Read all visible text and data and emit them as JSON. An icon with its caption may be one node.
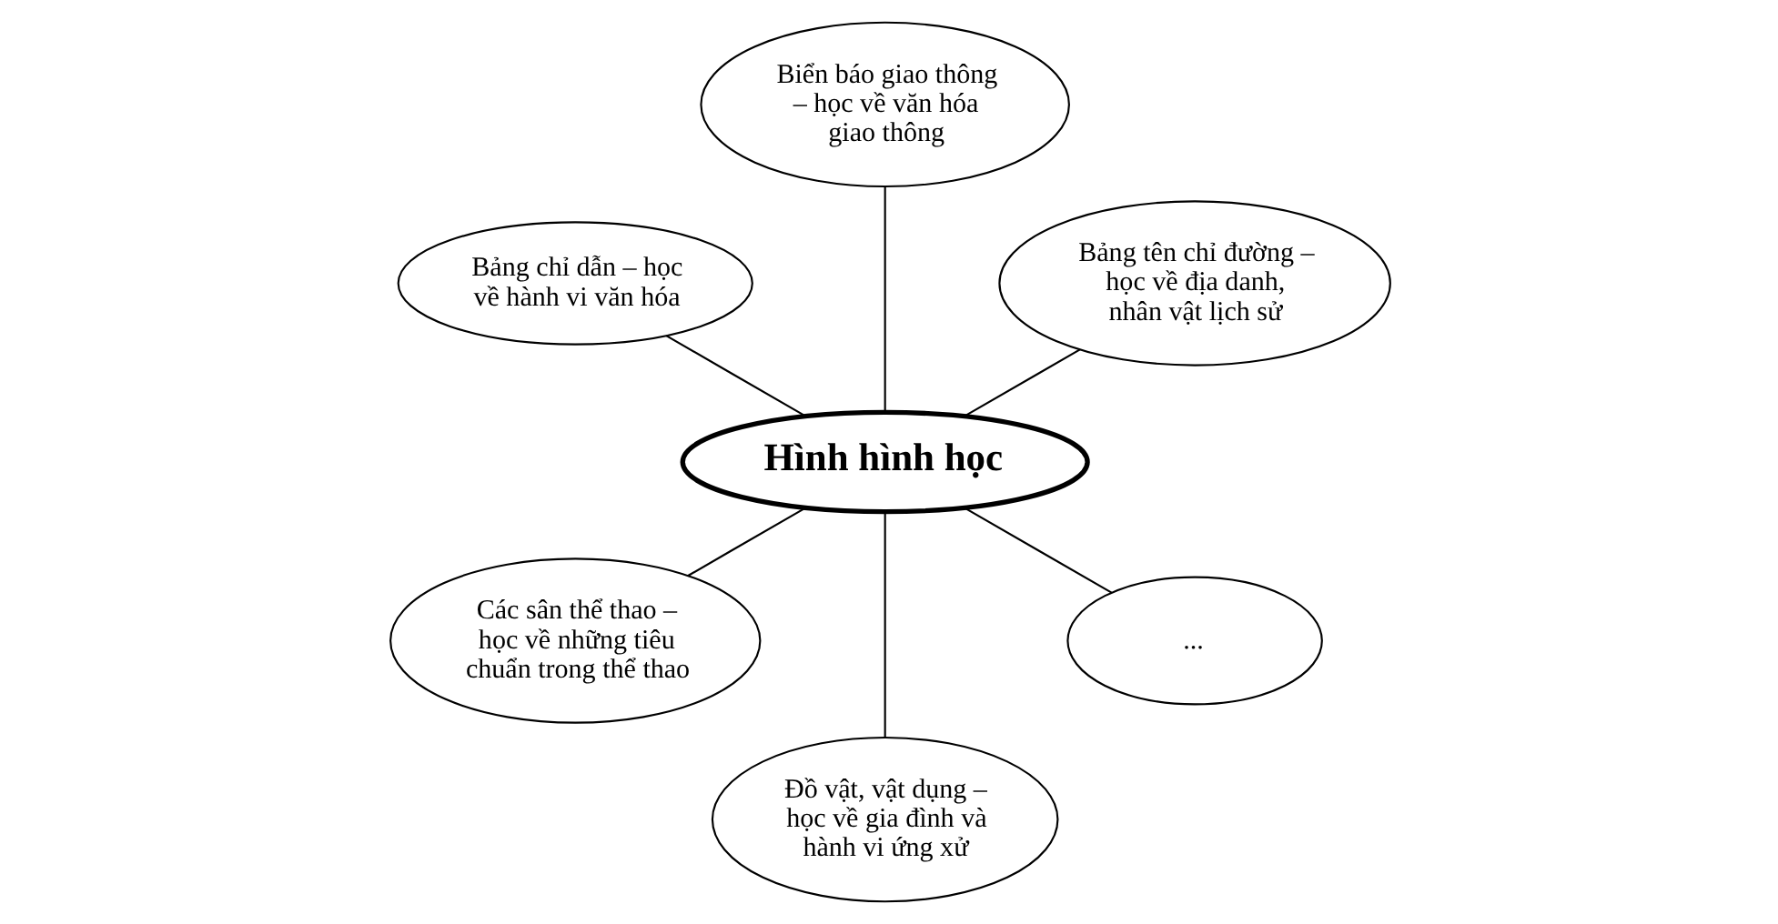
{
  "diagram": {
    "nodes": [
      {
        "text": [
          "Bảng tên chỉ đường – học về địa danh, nhân vật lịch sử"
        ]
      },
      {
        "text": [
          "Biển báo giao thông – học về văn hóa giao thông"
        ]
      },
      {
        "text": [
          "Hình hình học"
        ]
      },
      {
        "text": [
          "Bảng chỉ dẫn – học về hành vi văn hóa"
        ]
      },
      {
        "text": [
          "Các sân thể thao – học về những tiêu chuẩn trong thể thao"
        ]
      },
      {
        "text": [
          "Đồ vật, vật dụng – học về gia đình và hành vi ứng xử"
        ]
      },
      {
        "text": [
          "..."
        ]
      }
    ],
    "edges": [
      {
        "from": 2,
        "to": 0,
        "arrow": "none"
      },
      {
        "from": 2,
        "to": 1,
        "arrow": "none"
      },
      {
        "from": 2,
        "to": 3,
        "arrow": "none"
      },
      {
        "from": 2,
        "to": 4,
        "arrow": "none"
      },
      {
        "from": 2,
        "to": 5,
        "arrow": "none"
      },
      {
        "from": 2,
        "to": 6,
        "arrow": "none"
      }
    ]
  }
}
